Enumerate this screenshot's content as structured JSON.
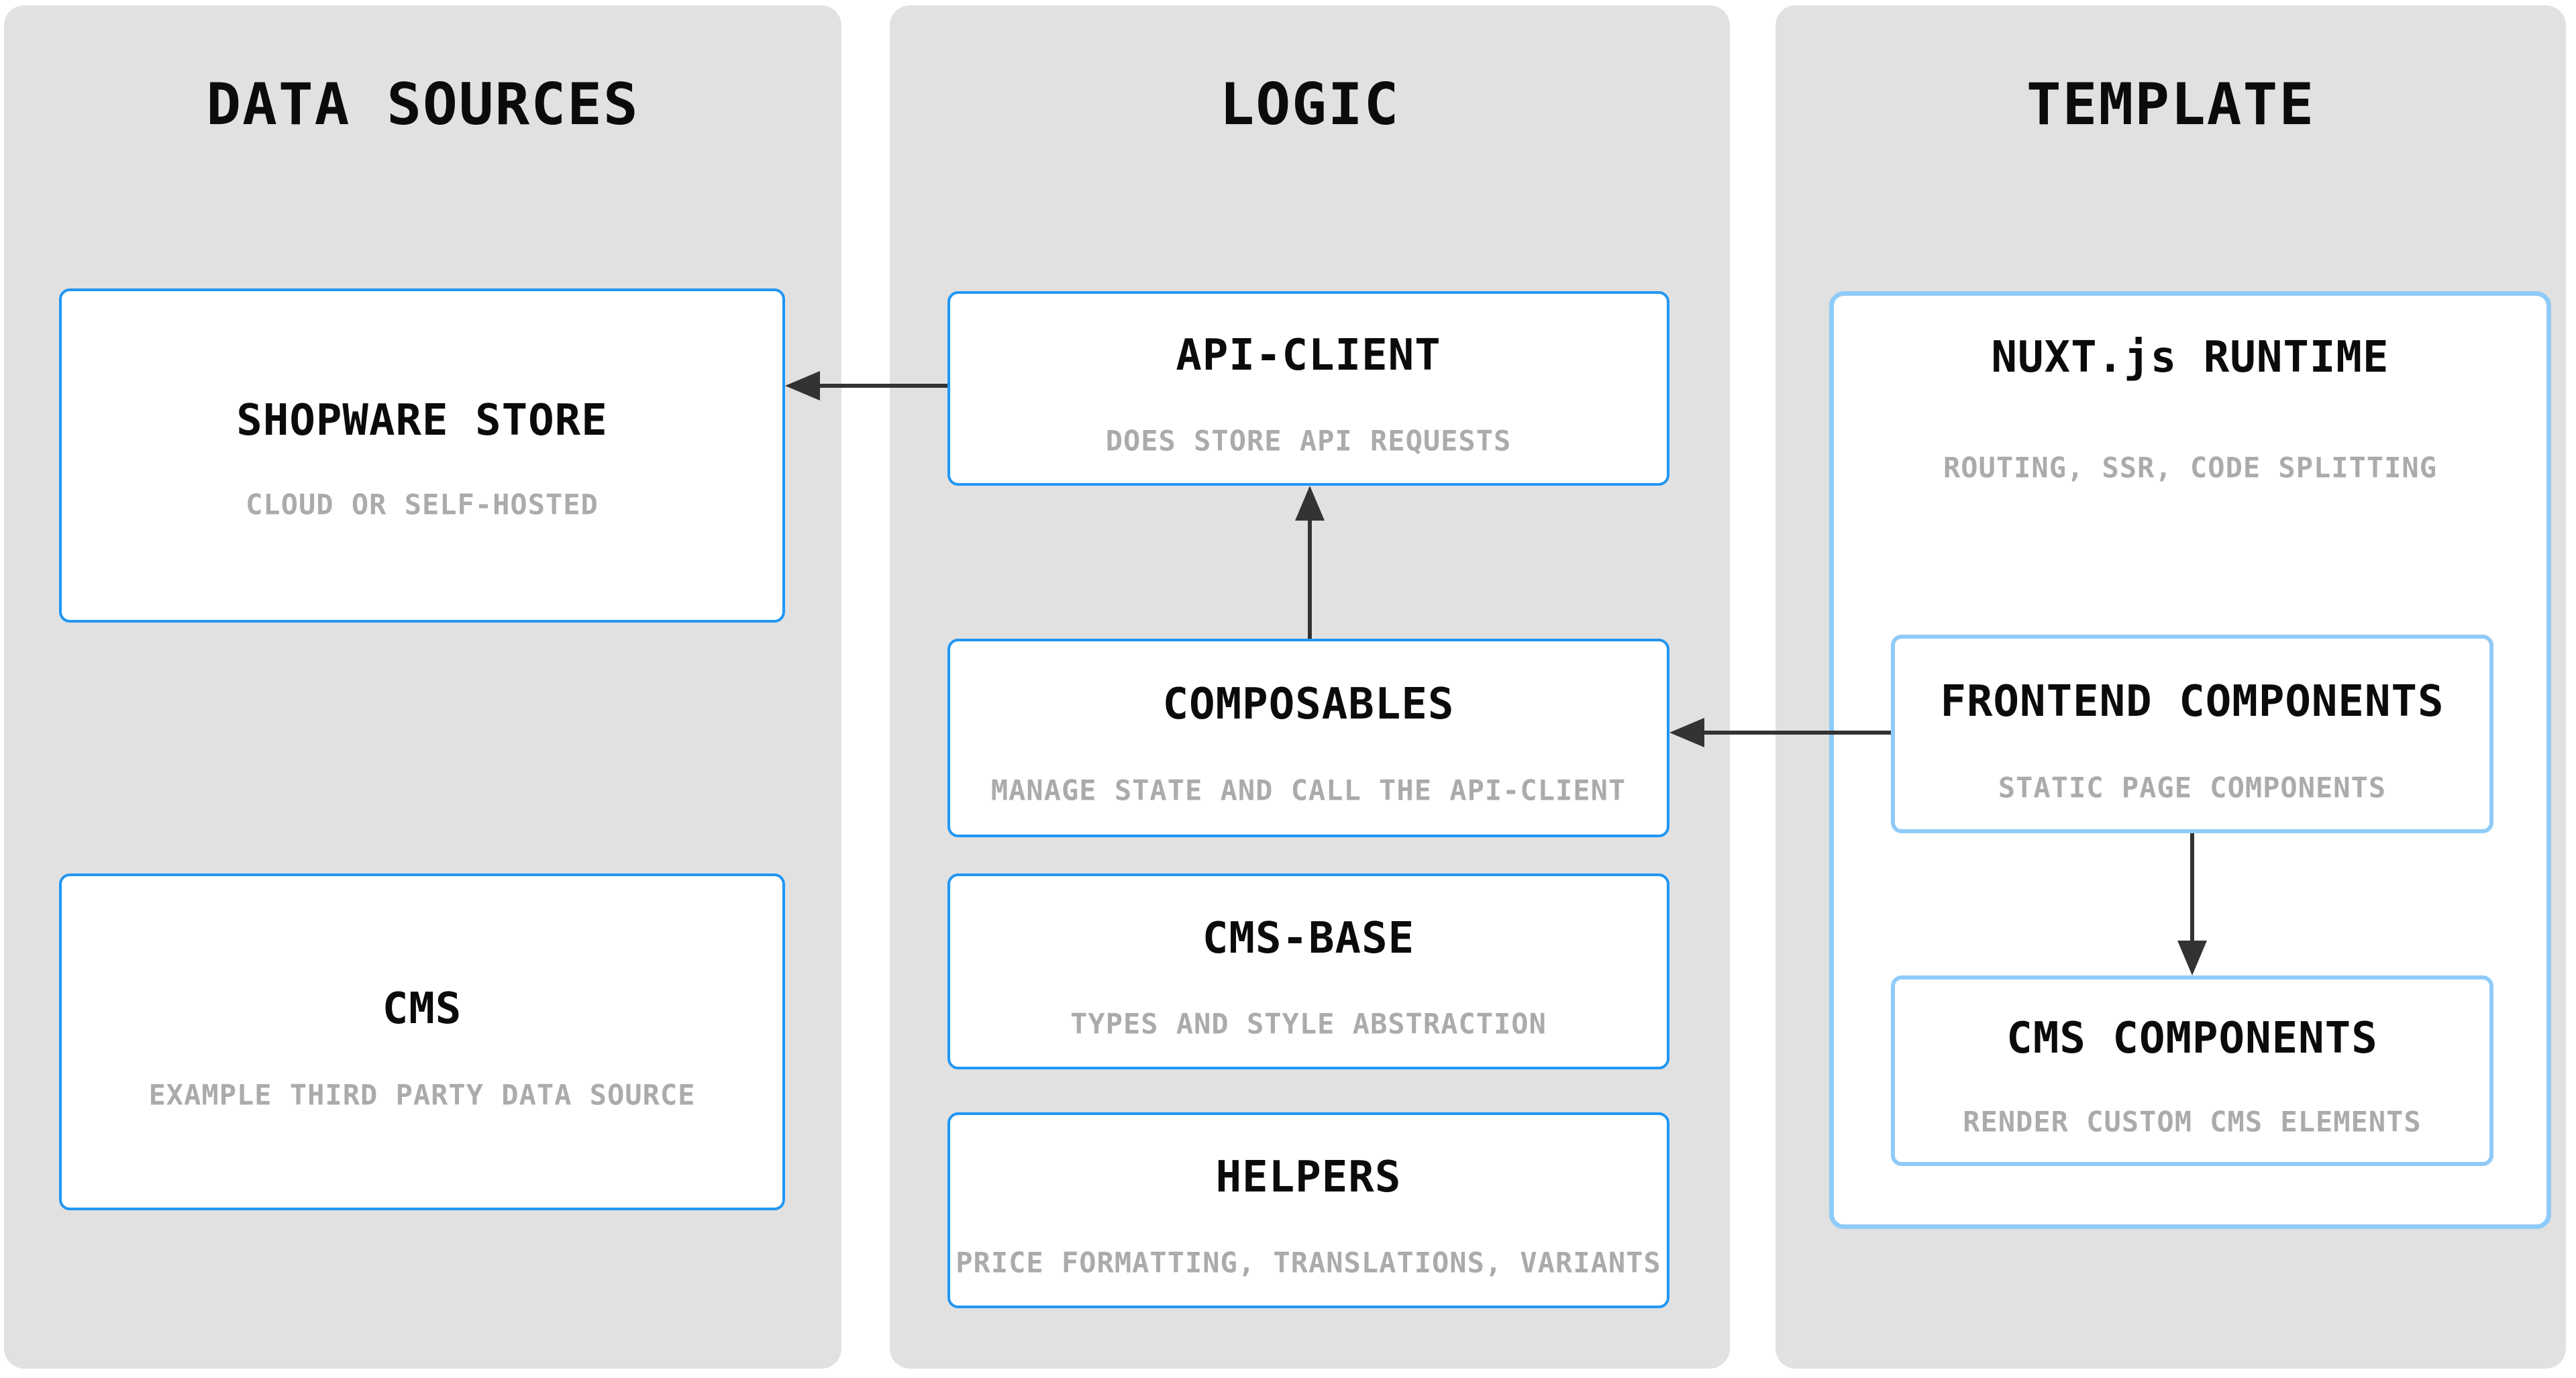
{
  "diagram": {
    "columns": [
      {
        "title": "DATA SOURCES",
        "boxes": [
          {
            "title": "SHOPWARE STORE",
            "subtitle": "CLOUD OR SELF-HOSTED"
          },
          {
            "title": "CMS",
            "subtitle": "EXAMPLE THIRD PARTY DATA SOURCE"
          }
        ]
      },
      {
        "title": "LOGIC",
        "boxes": [
          {
            "title": "API-CLIENT",
            "subtitle": "DOES STORE API REQUESTS"
          },
          {
            "title": "COMPOSABLES",
            "subtitle": "MANAGE STATE AND CALL THE API-CLIENT"
          },
          {
            "title": "CMS-BASE",
            "subtitle": "TYPES AND STYLE ABSTRACTION"
          },
          {
            "title": "HELPERS",
            "subtitle": "PRICE FORMATTING, TRANSLATIONS, VARIANTS"
          }
        ]
      },
      {
        "title": "TEMPLATE",
        "boxes": [
          {
            "title": "NUXT.js RUNTIME",
            "subtitle": "ROUTING, SSR, CODE SPLITTING"
          },
          {
            "title": "FRONTEND COMPONENTS",
            "subtitle": "STATIC PAGE COMPONENTS"
          },
          {
            "title": "CMS COMPONENTS",
            "subtitle": "RENDER CUSTOM CMS ELEMENTS"
          }
        ]
      }
    ],
    "edges": [
      {
        "from": "API-CLIENT",
        "to": "SHOPWARE STORE",
        "direction": "left"
      },
      {
        "from": "COMPOSABLES",
        "to": "API-CLIENT",
        "direction": "up"
      },
      {
        "from": "FRONTEND COMPONENTS",
        "to": "COMPOSABLES",
        "direction": "left"
      },
      {
        "from": "FRONTEND COMPONENTS",
        "to": "CMS COMPONENTS",
        "direction": "down"
      }
    ],
    "colors": {
      "page_bg": "#ffffff",
      "panel_bg": "#e1e1e1",
      "box_bg": "#ffffff",
      "box_border_strong": "#2196f3",
      "box_border_light": "#8fcbf9",
      "title_text": "#0b0b0b",
      "subtitle_text": "#ababab",
      "arrow": "#333333"
    }
  }
}
